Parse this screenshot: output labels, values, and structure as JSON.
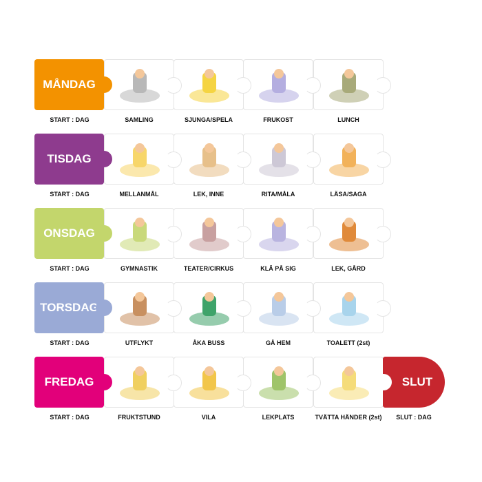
{
  "start_label": "START : DAG",
  "end": {
    "label": "SLUT",
    "caption": "SLUT : DAG",
    "color": "#c6262e"
  },
  "rows": [
    {
      "day": "MÅNDAG",
      "color": "#f39200",
      "activities": [
        {
          "label": "SAMLING",
          "icon": "circle-time-icon",
          "tint": "#b8b8b8"
        },
        {
          "label": "SJUNGA/SPELA",
          "icon": "singing-icon",
          "tint": "#f5d442"
        },
        {
          "label": "FRUKOST",
          "icon": "breakfast-icon",
          "tint": "#b4aee0"
        },
        {
          "label": "LUNCH",
          "icon": "lunch-plate-icon",
          "tint": "#a8aa7a"
        }
      ]
    },
    {
      "day": "TISDAG",
      "color": "#8e3b8e",
      "activities": [
        {
          "label": "MELLANMÅL",
          "icon": "snack-icon",
          "tint": "#f7d66a"
        },
        {
          "label": "LEK, INNE",
          "icon": "indoor-play-icon",
          "tint": "#e7c08a"
        },
        {
          "label": "RITA/MÅLA",
          "icon": "drawing-icon",
          "tint": "#cdc8d6"
        },
        {
          "label": "LÄSA/SAGA",
          "icon": "reading-icon",
          "tint": "#f2b25a"
        }
      ]
    },
    {
      "day": "ONSDAG",
      "color": "#c3d66c",
      "activities": [
        {
          "label": "GYMNASTIK",
          "icon": "gym-icon",
          "tint": "#c9d97a"
        },
        {
          "label": "TEATER/CIRKUS",
          "icon": "theater-icon",
          "tint": "#c8a0a0"
        },
        {
          "label": "KLÄ PÅ SIG",
          "icon": "dressing-icon",
          "tint": "#b9b4e0"
        },
        {
          "label": "LEK, GÅRD",
          "icon": "playground-icon",
          "tint": "#e08a3a"
        }
      ]
    },
    {
      "day": "TORSDAG",
      "color": "#9aaad6",
      "activities": [
        {
          "label": "UTFLYKT",
          "icon": "excursion-icon",
          "tint": "#c89060"
        },
        {
          "label": "ÅKA BUSS",
          "icon": "bus-icon",
          "tint": "#3fa36a"
        },
        {
          "label": "GÅ HEM",
          "icon": "go-home-icon",
          "tint": "#b9cde8"
        },
        {
          "label": "TOALETT (2st)",
          "icon": "toilet-icon",
          "tint": "#a8d4ec"
        }
      ]
    },
    {
      "day": "FREDAG",
      "color": "#e2007a",
      "activities": [
        {
          "label": "FRUKTSTUND",
          "icon": "fruit-icon",
          "tint": "#f0d060"
        },
        {
          "label": "VILA",
          "icon": "rest-icon",
          "tint": "#f2c64a"
        },
        {
          "label": "LEKPLATS",
          "icon": "slide-sandbox-icon",
          "tint": "#9fc46a"
        },
        {
          "label": "TVÄTTA HÄNDER (2st)",
          "icon": "wash-hands-icon",
          "tint": "#f5dc7a"
        }
      ]
    }
  ]
}
